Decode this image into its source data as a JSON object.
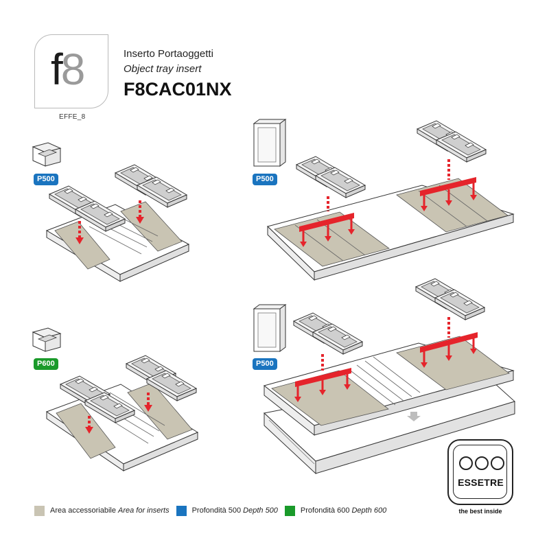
{
  "header": {
    "logo_f": "f",
    "logo_8": "8",
    "brand_code": "EFFE_8",
    "title_it": "Inserto Portaoggetti",
    "title_en": "Object tray insert",
    "product_code": "F8CAC01NX"
  },
  "badges": {
    "p500_top_left": "P500",
    "p500_top_right": "P500",
    "p600_bottom_left": "P600",
    "p500_bottom_right": "P500"
  },
  "legend": {
    "area_label": "Area accessoriabile",
    "area_label_en": "Area for inserts",
    "depth500_label": "Profondità 500",
    "depth500_label_en": "Depth 500",
    "depth600_label": "Profondità 600",
    "depth600_label_en": "Depth 600"
  },
  "brand": {
    "name": "ESSETRE",
    "tagline": "the best inside"
  },
  "colors": {
    "area": "#c9c4b3",
    "depth500": "#1a74bf",
    "depth600": "#1a9a2a",
    "arrow": "#e5242b"
  }
}
